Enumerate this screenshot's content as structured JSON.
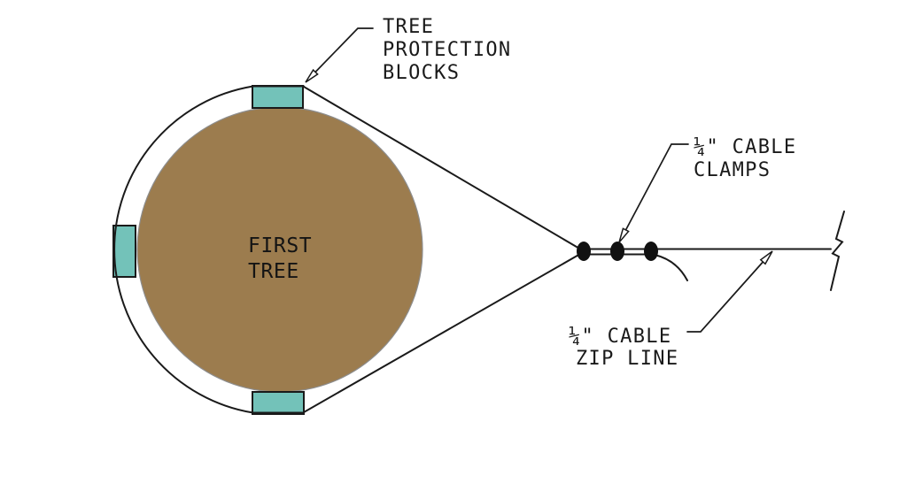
{
  "diagram": {
    "type": "technical-detail-drawing",
    "subject": "Zip line cable attachment around first tree with protection blocks",
    "labels": {
      "tree_protection_blocks": {
        "lines": [
          "TREE",
          "PROTECTION",
          "BLOCKS"
        ]
      },
      "cable_clamps": {
        "lines": [
          "¼\" CABLE",
          "CLAMPS"
        ]
      },
      "zip_line": {
        "lines": [
          "¼\" CABLE",
          "ZIP LINE"
        ]
      },
      "first_tree": {
        "lines": [
          "FIRST",
          "TREE"
        ]
      }
    },
    "components": {
      "tree_count": 1,
      "protection_block_count": 3,
      "cable_clamp_count": 3,
      "cable_size": "1/4 inch"
    },
    "colors": {
      "background": "#ffffff",
      "tree_fill": "#9c7c4e",
      "tree_outline": "#8d8d8d",
      "block_fill": "#73c2b9",
      "block_outline": "#1a1a1a",
      "line_color": "#1a1a1a",
      "text_color": "#1a1a1a"
    }
  }
}
